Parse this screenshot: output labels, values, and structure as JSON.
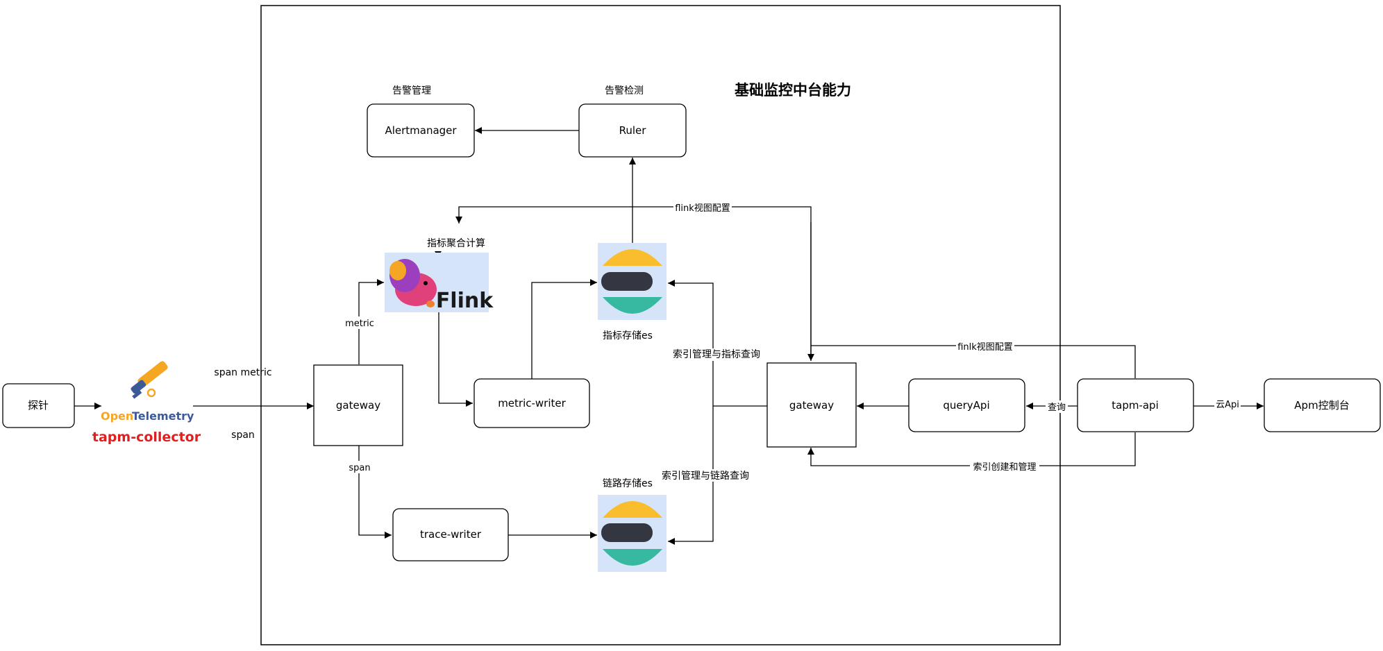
{
  "title": "基础监控中台能力",
  "section_labels": {
    "alert_manage": "告警管理",
    "alert_detect": "告警检测",
    "metric_agg": "指标聚合计算",
    "metric_store": "指标存储es",
    "trace_store": "链路存储es"
  },
  "nodes": {
    "probe": "探针",
    "collector_brand_open": "Open",
    "collector_brand_telemetry": "Telemetry",
    "collector": "tapm-collector",
    "gateway_left": "gateway",
    "metric_writer": "metric-writer",
    "trace_writer": "trace-writer",
    "alertmanager": "Alertmanager",
    "ruler": "Ruler",
    "flink_logo_text": "Flink",
    "gateway_right": "gateway",
    "query_api": "queryApi",
    "tapm_api": "tapm-api",
    "apm_console": "Apm控制台"
  },
  "edge_labels": {
    "span_metric": "span metric",
    "span_top": "span",
    "metric": "metric",
    "span_down": "span",
    "flink_view_config": "flink视图配置",
    "finlk_view_config": "finlk视图配置",
    "index_metric_query": "索引管理与指标查询",
    "index_trace_query": "索引管理与链路查询",
    "query": "查询",
    "cloud_api": "云Api",
    "index_create_manage": "索引创建和管理"
  },
  "colors": {
    "collector_red": "#e02020",
    "otel_orange": "#f5a623",
    "otel_blue": "#3d5a98",
    "es_yellow": "#f9bd2e",
    "es_dark": "#343741",
    "es_teal": "#36b9a0",
    "logo_bg": "#d6e4fa"
  }
}
